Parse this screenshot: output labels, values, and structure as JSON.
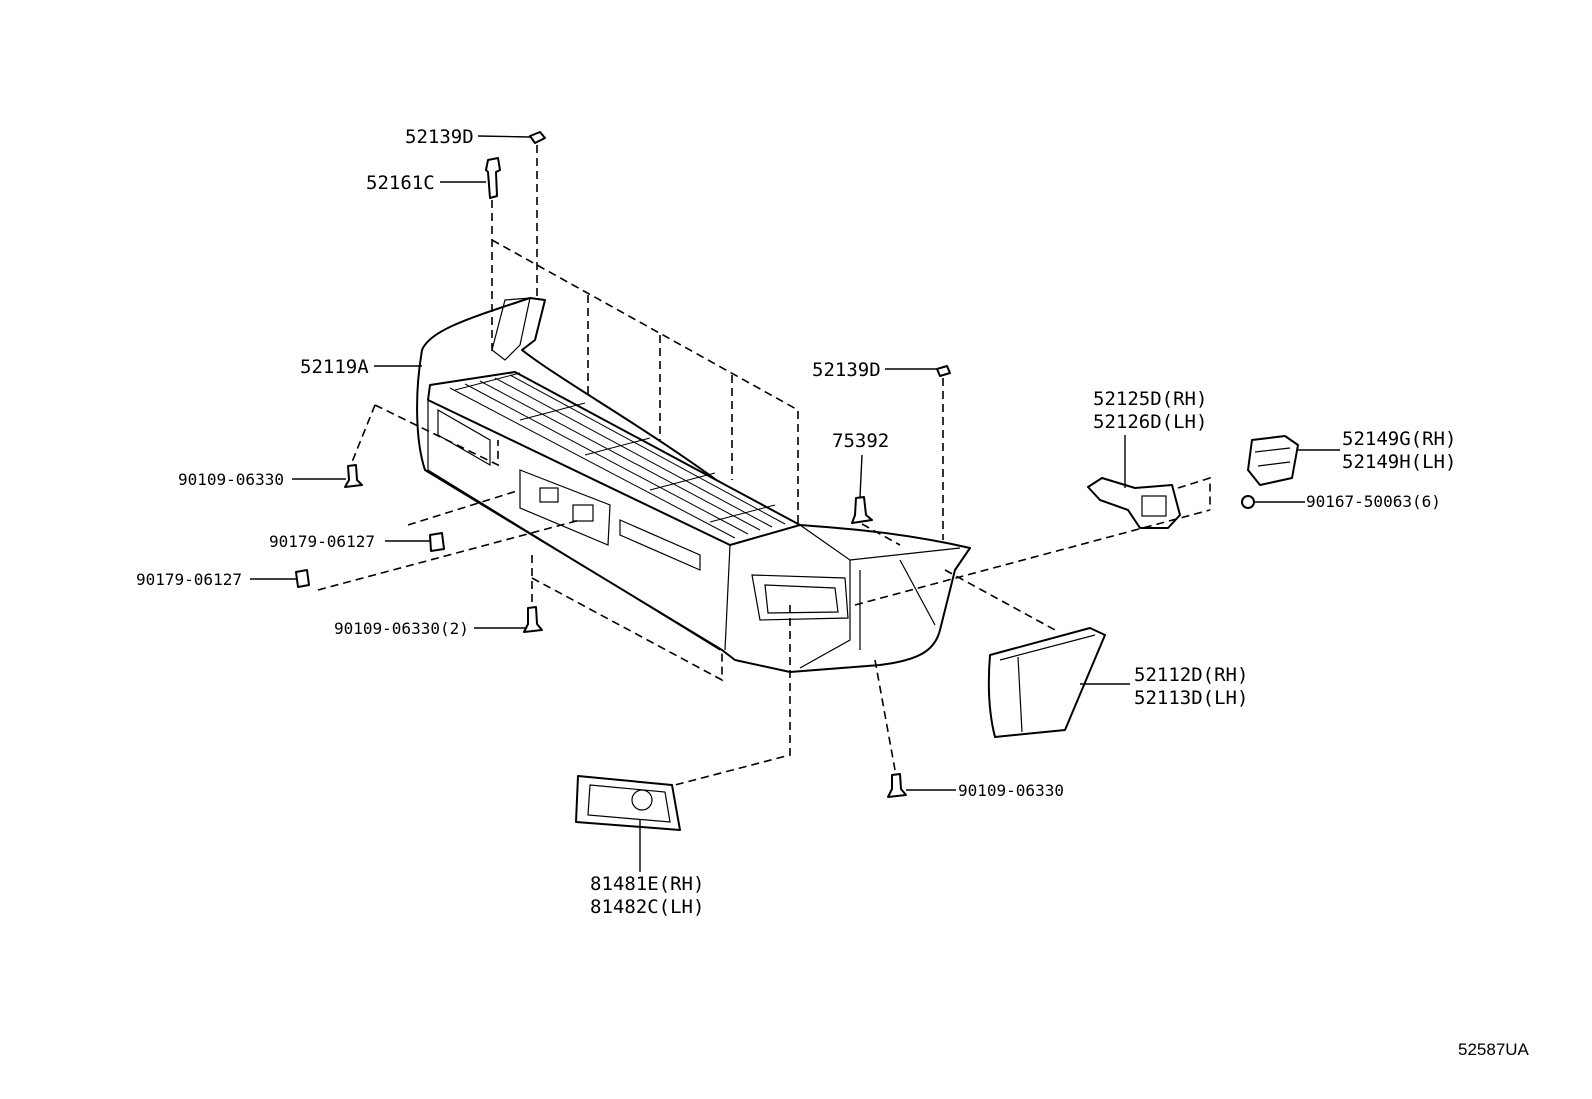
{
  "labels": {
    "clip_52139d_top": "52139D",
    "clip_52161c": "52161C",
    "bumper_cover": "52119A",
    "screw_left_upper": "90109-06330",
    "nut_left_1": "90179-06127",
    "nut_left_2": "90179-06127",
    "screw_bottom_left": "90109-06330(2)",
    "clip_52139d_right": "52139D",
    "clip_75392": "75392",
    "retainer_rh": "52125D(RH)",
    "retainer_lh": "52126D(LH)",
    "bracket_rh": "52149G(RH)",
    "bracket_lh": "52149H(LH)",
    "screw_right": "90167-50063(6)",
    "extension_rh": "52112D(RH)",
    "extension_lh": "52113D(LH)",
    "screw_bottom_right": "90109-06330",
    "bezel_rh": "81481E(RH)",
    "bezel_lh": "81482C(LH)"
  },
  "diagram_ref": "52587UA"
}
